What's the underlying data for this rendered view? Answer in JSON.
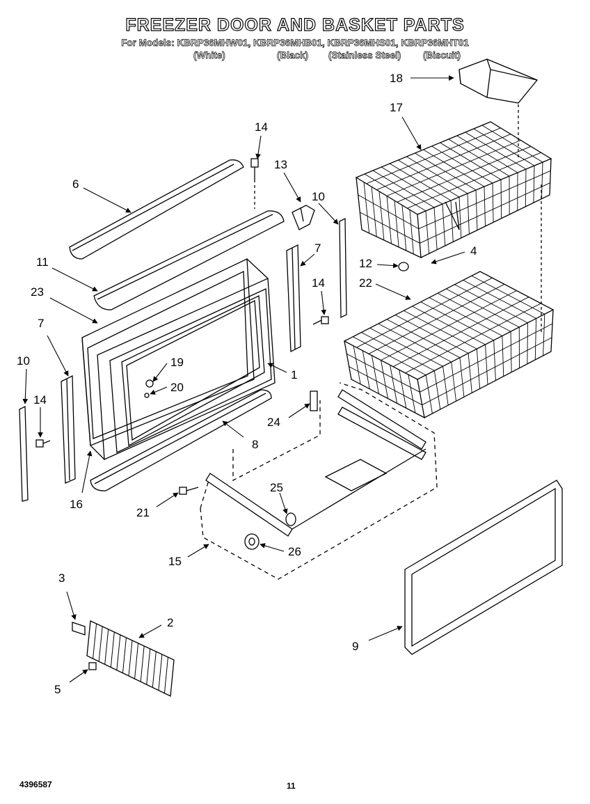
{
  "header": {
    "title": "FREEZER DOOR AND BASKET PARTS",
    "models_line": "For Models: KBRP36MHW01, KBRP36MHB01, KBRP36MHS01, KBRP36MHT01",
    "finishes": [
      "(White)",
      "(Black)",
      "(Stainless Steel)",
      "(Biscuit)"
    ]
  },
  "callouts": [
    {
      "id": "c18",
      "text": "18"
    },
    {
      "id": "c17",
      "text": "17"
    },
    {
      "id": "c14a",
      "text": "14"
    },
    {
      "id": "c13",
      "text": "13"
    },
    {
      "id": "c10a",
      "text": "10"
    },
    {
      "id": "c6",
      "text": "6"
    },
    {
      "id": "c7a",
      "text": "7"
    },
    {
      "id": "c4",
      "text": "4"
    },
    {
      "id": "c11",
      "text": "11"
    },
    {
      "id": "c12",
      "text": "12"
    },
    {
      "id": "c14b",
      "text": "14"
    },
    {
      "id": "c22",
      "text": "22"
    },
    {
      "id": "c23",
      "text": "23"
    },
    {
      "id": "c7b",
      "text": "7"
    },
    {
      "id": "c19",
      "text": "19"
    },
    {
      "id": "c1",
      "text": "1"
    },
    {
      "id": "c10b",
      "text": "10"
    },
    {
      "id": "c20",
      "text": "20"
    },
    {
      "id": "c14c",
      "text": "14"
    },
    {
      "id": "c24",
      "text": "24"
    },
    {
      "id": "c8",
      "text": "8"
    },
    {
      "id": "c16",
      "text": "16"
    },
    {
      "id": "c25",
      "text": "25"
    },
    {
      "id": "c21",
      "text": "21"
    },
    {
      "id": "c26",
      "text": "26"
    },
    {
      "id": "c15",
      "text": "15"
    },
    {
      "id": "c3",
      "text": "3"
    },
    {
      "id": "c2",
      "text": "2"
    },
    {
      "id": "c9",
      "text": "9"
    },
    {
      "id": "c5",
      "text": "5"
    }
  ],
  "footer": {
    "part_number": "4396587",
    "page_number": "11"
  }
}
